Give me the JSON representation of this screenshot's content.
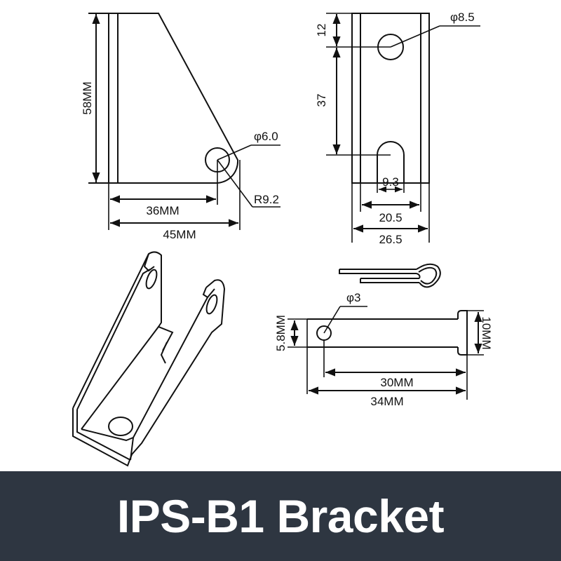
{
  "title": "IPS-B1 Bracket",
  "colors": {
    "banner_bg": "#2e3641",
    "banner_text": "#ffffff",
    "line": "#111111",
    "background": "#ffffff"
  },
  "side_view": {
    "height_label": "58MM",
    "hole_label": "φ6.0",
    "radius_label": "R9.2",
    "inner_width_label": "36MM",
    "total_width_label": "45MM"
  },
  "front_view": {
    "top_offset_label": "12",
    "hole_spacing_label": "37",
    "hole_label": "φ8.5",
    "slot_width_label": "9.3",
    "inner_width_label": "20.5",
    "outer_width_label": "26.5"
  },
  "pin_view": {
    "hole_label": "φ3",
    "shaft_dia_label": "5.8MM",
    "head_dia_label": "10MM",
    "hole_to_head_label": "30MM",
    "total_length_label": "34MM"
  },
  "isometric_view": {
    "icon": "bracket-3d-icon"
  },
  "cotter_pin": {
    "icon": "cotter-pin-icon"
  }
}
